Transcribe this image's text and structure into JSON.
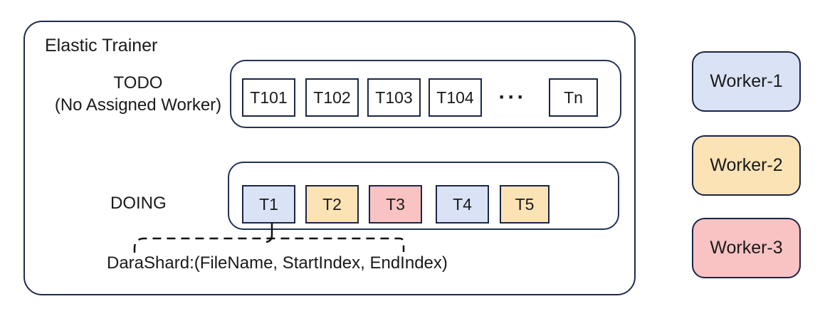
{
  "diagram": {
    "title": "Elastic Trainer",
    "todo": {
      "label_line1": "TODO",
      "label_line2": "(No Assigned Worker)",
      "tasks": [
        "T101",
        "T102",
        "T103",
        "T104"
      ],
      "ellipsis": "···",
      "last_task": "Tn"
    },
    "doing": {
      "label": "DOING",
      "tasks": [
        {
          "id": "T1",
          "worker": "Worker-1",
          "color": "#dae3f6"
        },
        {
          "id": "T2",
          "worker": "Worker-2",
          "color": "#fbe3b5"
        },
        {
          "id": "T3",
          "worker": "Worker-3",
          "color": "#f9c3c3"
        },
        {
          "id": "T4",
          "worker": "Worker-1",
          "color": "#dae3f6"
        },
        {
          "id": "T5",
          "worker": "Worker-2",
          "color": "#fbe3b5"
        }
      ]
    },
    "annotation": "DaraShard:(FileName, StartIndex, EndIndex)"
  },
  "legend": {
    "workers": [
      {
        "label": "Worker-1",
        "color": "#dae3f6"
      },
      {
        "label": "Worker-2",
        "color": "#fbe3b5"
      },
      {
        "label": "Worker-3",
        "color": "#f9c3c3"
      }
    ]
  },
  "colors": {
    "frame_border": "#202a4e",
    "box_border": "#1b2648",
    "line": "#111111",
    "text": "#1a1a1a"
  }
}
